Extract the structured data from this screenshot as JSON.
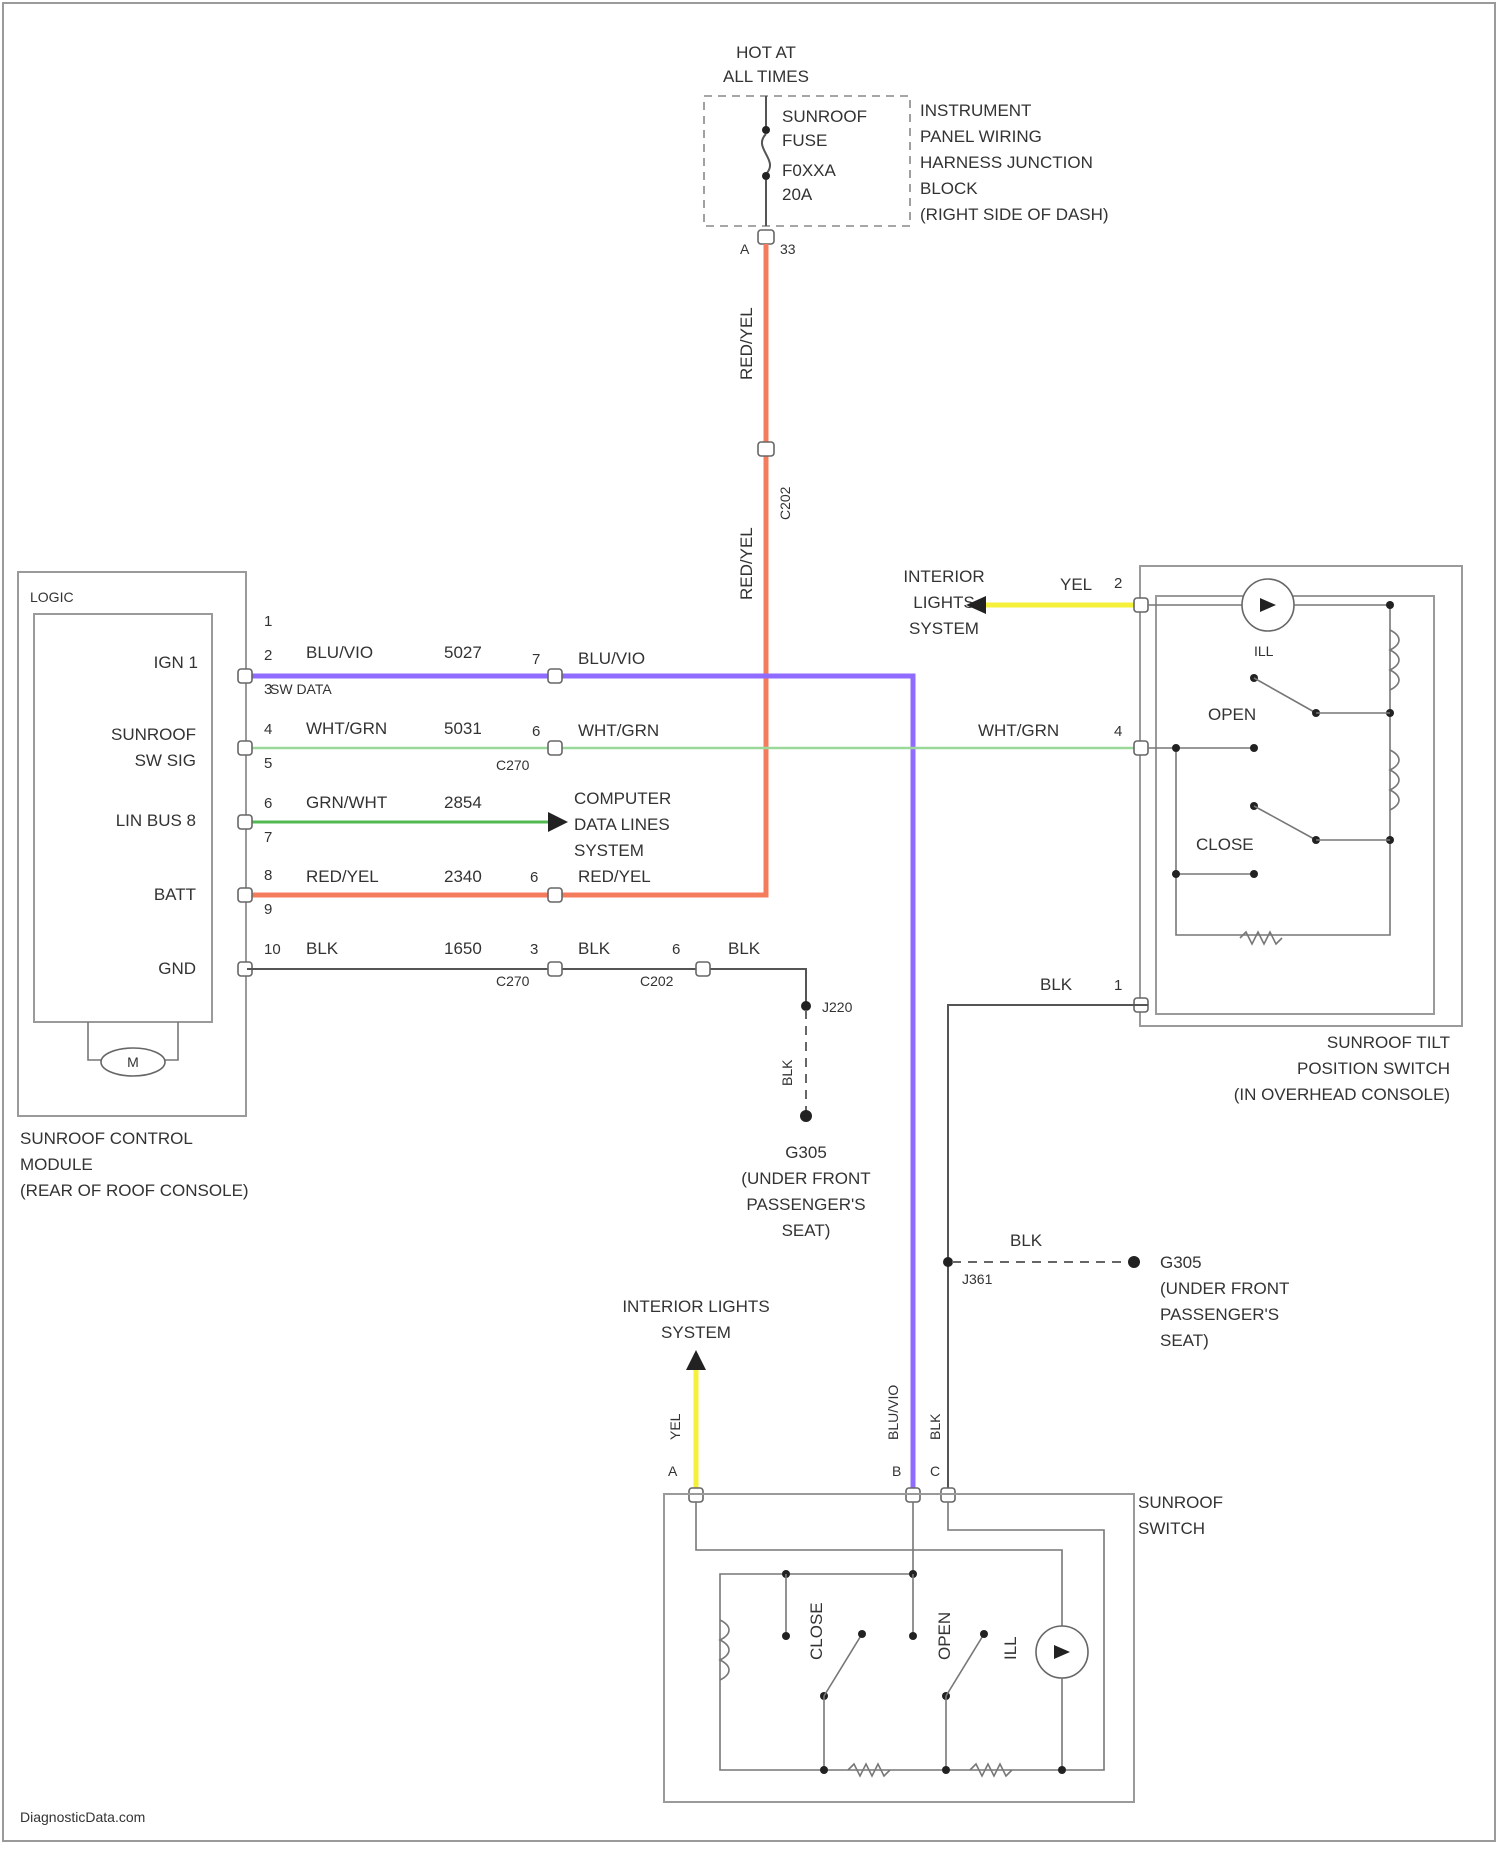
{
  "colors": {
    "red_yel": "#f47c5c",
    "blu_vio": "#8f6bff",
    "wht_grn": "#9bd99b",
    "grn_wht": "#52b852",
    "yel": "#f5f03a",
    "blk": "#555555"
  },
  "power": {
    "hot_line1": "HOT AT",
    "hot_line2": "ALL TIMES",
    "fuse_line1": "SUNROOF",
    "fuse_line2": "FUSE",
    "fuse_line3": "F0XXA",
    "fuse_line4": "20A",
    "block_line1": "INSTRUMENT",
    "block_line2": "PANEL WIRING",
    "block_line3": "HARNESS JUNCTION",
    "block_line4": "BLOCK",
    "block_line5": "(RIGHT SIDE OF DASH)",
    "pin_a": "A",
    "pin_b": "33",
    "wire_color_upper": "RED/YEL",
    "wire_color_lower": "RED/YEL",
    "inline_conn": "C202"
  },
  "module": {
    "logic_label": "LOGIC",
    "pin_ign": "IGN 1",
    "pin_sw_sig_1": "SUNROOF",
    "pin_sw_sig_2": "SW SIG",
    "pin_lin": "LIN BUS 8",
    "pin_batt": "BATT",
    "pin_gnd": "GND",
    "motor_label": "M",
    "name_line1": "SUNROOF CONTROL",
    "name_line2": "MODULE",
    "name_line3": "(REAR OF ROOF CONSOLE)"
  },
  "module_pins": {
    "p1": "1",
    "p2": "2",
    "p3": "3",
    "p4": "4",
    "p5": "5",
    "p6": "6",
    "p7": "7",
    "p8": "8",
    "p9": "9",
    "p10": "10"
  },
  "wires": {
    "ign_color": "BLU/VIO",
    "ign_circuit": "5027",
    "ign_sublabel": "SW DATA",
    "ign_conn_pin": "7",
    "ign_color_right": "BLU/VIO",
    "sw_color": "WHT/GRN",
    "sw_circuit": "5031",
    "sw_conn_pin": "6",
    "sw_color_right": "WHT/GRN",
    "sw_conn_name": "C270",
    "sw_color_far": "WHT/GRN",
    "sw_far_pin": "4",
    "lin_color": "GRN/WHT",
    "lin_circuit": "2854",
    "lin_dest_1": "COMPUTER",
    "lin_dest_2": "DATA LINES",
    "lin_dest_3": "SYSTEM",
    "batt_color": "RED/YEL",
    "batt_circuit": "2340",
    "batt_conn_pin": "6",
    "batt_color_right": "RED/YEL",
    "gnd_color": "BLK",
    "gnd_circuit": "1650",
    "gnd_conn_pin": "3",
    "gnd_color_mid": "BLK",
    "gnd_conn_name": "C270",
    "gnd_conn2_pin": "6",
    "gnd_color_right": "BLK",
    "gnd_conn2_name": "C202",
    "splice_name": "J220",
    "gnd_down_color": "BLK",
    "ground_name": "G305",
    "ground_desc_1": "(UNDER FRONT",
    "ground_desc_2": "PASSENGER'S",
    "ground_desc_3": "SEAT)"
  },
  "tilt_switch": {
    "interior_1": "INTERIOR",
    "interior_2": "LIGHTS",
    "interior_3": "SYSTEM",
    "yel_color": "YEL",
    "yel_pin": "2",
    "ill_label": "ILL",
    "open_label": "OPEN",
    "close_label": "CLOSE",
    "blk_color": "BLK",
    "blk_pin": "1",
    "name_line1": "SUNROOF TILT",
    "name_line2": "POSITION SWITCH",
    "name_line3": "(IN OVERHEAD CONSOLE)"
  },
  "lower": {
    "splice_name": "J361",
    "blk_color": "BLK",
    "ground_name": "G305",
    "ground_desc_1": "(UNDER FRONT",
    "ground_desc_2": "PASSENGER'S",
    "ground_desc_3": "SEAT)",
    "interior_1": "INTERIOR LIGHTS",
    "interior_2": "SYSTEM",
    "yel_color": "YEL",
    "bluvio_color": "BLU/VIO",
    "blk_vert_color": "BLK",
    "pin_a": "A",
    "pin_b": "B",
    "pin_c": "C",
    "switch_name_1": "SUNROOF",
    "switch_name_2": "SWITCH",
    "close_label": "CLOSE",
    "open_label": "OPEN",
    "ill_label": "ILL"
  },
  "footer": {
    "watermark": "DiagnosticData.com"
  }
}
